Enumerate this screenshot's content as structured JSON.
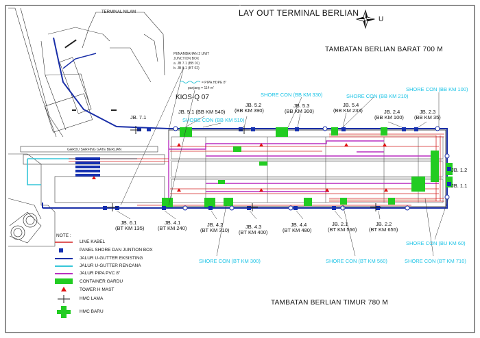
{
  "title": "LAY OUT TERMINAL BERLIAN",
  "compass_letter": "U",
  "tambatan_barat": "TAMBATAN BERLIAN BARAT   700 M",
  "tambatan_timur": "TAMBATAN BERLIAN TIMUR 780 M",
  "terminal_nilam": "TERMINAL NILAM",
  "kios": "KIOS-Q 07",
  "junction_note": {
    "line1": "PENAMBAHAN 2 UNIT",
    "line2": "JUNCTION BOX",
    "line3": "a. JB 7.1 (BB 01)",
    "line4": "b. JB 6.1 (BT 02)"
  },
  "pipa_note": {
    "line1": "= PIPA HDPE 8\"",
    "line2": "panjang = 114 m'"
  },
  "gardu_label": "GARDU SARFING GATE BERLIAN",
  "jb_top": [
    {
      "name": "JB. 7.1",
      "km": ""
    },
    {
      "name": "JB. 5.1 (BB KM 540)",
      "km": ""
    },
    {
      "name": "JB. 5.2",
      "km": "(BB KM 390)"
    },
    {
      "name": "JB. 5.3",
      "km": "(BB KM 300)"
    },
    {
      "name": "JB. 5.4",
      "km": "(BB KM 233)"
    },
    {
      "name": "JB. 2.4",
      "km": "(BB KM 100)"
    },
    {
      "name": "JB. 2.3",
      "km": "(BB KM 35)"
    }
  ],
  "jb_bottom": [
    {
      "name": "JB. 6.1",
      "km": "(BT KM 135)"
    },
    {
      "name": "JB. 4.1",
      "km": "(BT KM 240)"
    },
    {
      "name": "JB. 4.2",
      "km": "(BT KM 310)"
    },
    {
      "name": "JB. 4.3",
      "km": "(BT KM 400)"
    },
    {
      "name": "JB. 4.4",
      "km": "(BT KM 480)"
    },
    {
      "name": "JB. 2.1",
      "km": "(BT KM 566)"
    },
    {
      "name": "JB. 2.2",
      "km": "(BT KM 655)"
    }
  ],
  "jb_right": [
    "JB. 1.2",
    "JB. 1.1"
  ],
  "shore_top": [
    "SHORE CON (BB KM 330)",
    "SHORE CON (BB KM 210)",
    "SHORE CON (BB KM 100)",
    "SHORE CON (BB KM 510)"
  ],
  "shore_bottom": [
    "SHORE CON (BT KM 300)",
    "SHORE CON (BT KM 560)",
    "SHORE CON (BT KM 710)",
    "SHORE CON (BU KM 60)"
  ],
  "legend": {
    "note": "NOTE :",
    "items": [
      "LINE KABEL",
      "PANEL SHORE DAN JUNTION BOX",
      "JALUR U-GUTTER EKSISTING",
      "JALUR U-GUTTER RENCANA",
      "JALUR PIPA PVC 8\"",
      "CONTAINER GARDU",
      "TOWER H MAST",
      "HMC LAMA",
      "HMC BARU"
    ]
  },
  "colors": {
    "cable": "#d42020",
    "panel": "#1530b0",
    "ugutter_exist": "#1a2fa8",
    "ugutter_plan": "#35c6d8",
    "pvc": "#b92fc0",
    "container": "#22cc22",
    "tower": "#e01010",
    "cyan_text": "#19c3e6"
  }
}
